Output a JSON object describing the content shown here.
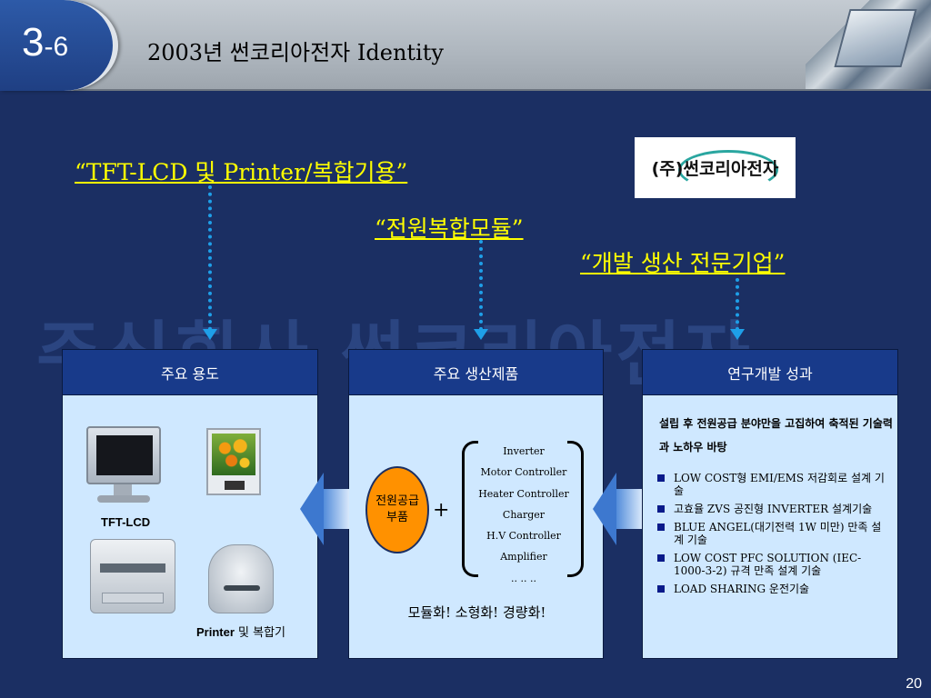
{
  "header": {
    "slide_number": "3",
    "slide_sub": "-6",
    "title": "2003년 썬코리아전자 Identity"
  },
  "watermark": "주식회사 썬코리아전자",
  "quotes": {
    "q1": "“TFT-LCD 및 Printer/복합기용”",
    "q2": "“전원복합모듈”",
    "q3": "“개발 생산 전문기업”"
  },
  "logo": {
    "text": "(주)썬코리아전자"
  },
  "panels": {
    "usage": {
      "title": "주요 용도",
      "tft_label": "TFT-LCD",
      "printer_label_bold": "Printer",
      "printer_label_rest": " 및 복합기"
    },
    "products": {
      "title": "주요 생산제품",
      "core": "전원공급\n부품",
      "plus": "+",
      "items": [
        "Inverter",
        "Motor Controller",
        "Heater Controller",
        "Charger",
        "H.V  Controller",
        "Amplifier",
        ".. .. .."
      ],
      "slogan": "모듈화! 소형화! 경량화!"
    },
    "rnd": {
      "title": "연구개발 성과",
      "intro": "설립 후 전원공급 분야만을 고집하여 축적된 기술력과 노하우 바탕",
      "items": [
        "LOW COST형 EMI/EMS 저감회로 설계 기술",
        "고효율 ZVS 공진형 INVERTER 설계기술",
        "BLUE ANGEL(대기전력 1W 미만) 만족 설계 기술",
        "LOW COST  PFC SOLUTION (IEC-1000-3-2) 규격 만족 설계 기술",
        "LOAD SHARING 운전기술"
      ]
    }
  },
  "footer": {
    "page_number": "20"
  },
  "colors": {
    "background": "#1b2f63",
    "panel_header": "#183a8a",
    "panel_body": "#cfe8ff",
    "quote": "#ffff00",
    "arrow": "#1e9fe8",
    "module_core": "#ff9100"
  }
}
